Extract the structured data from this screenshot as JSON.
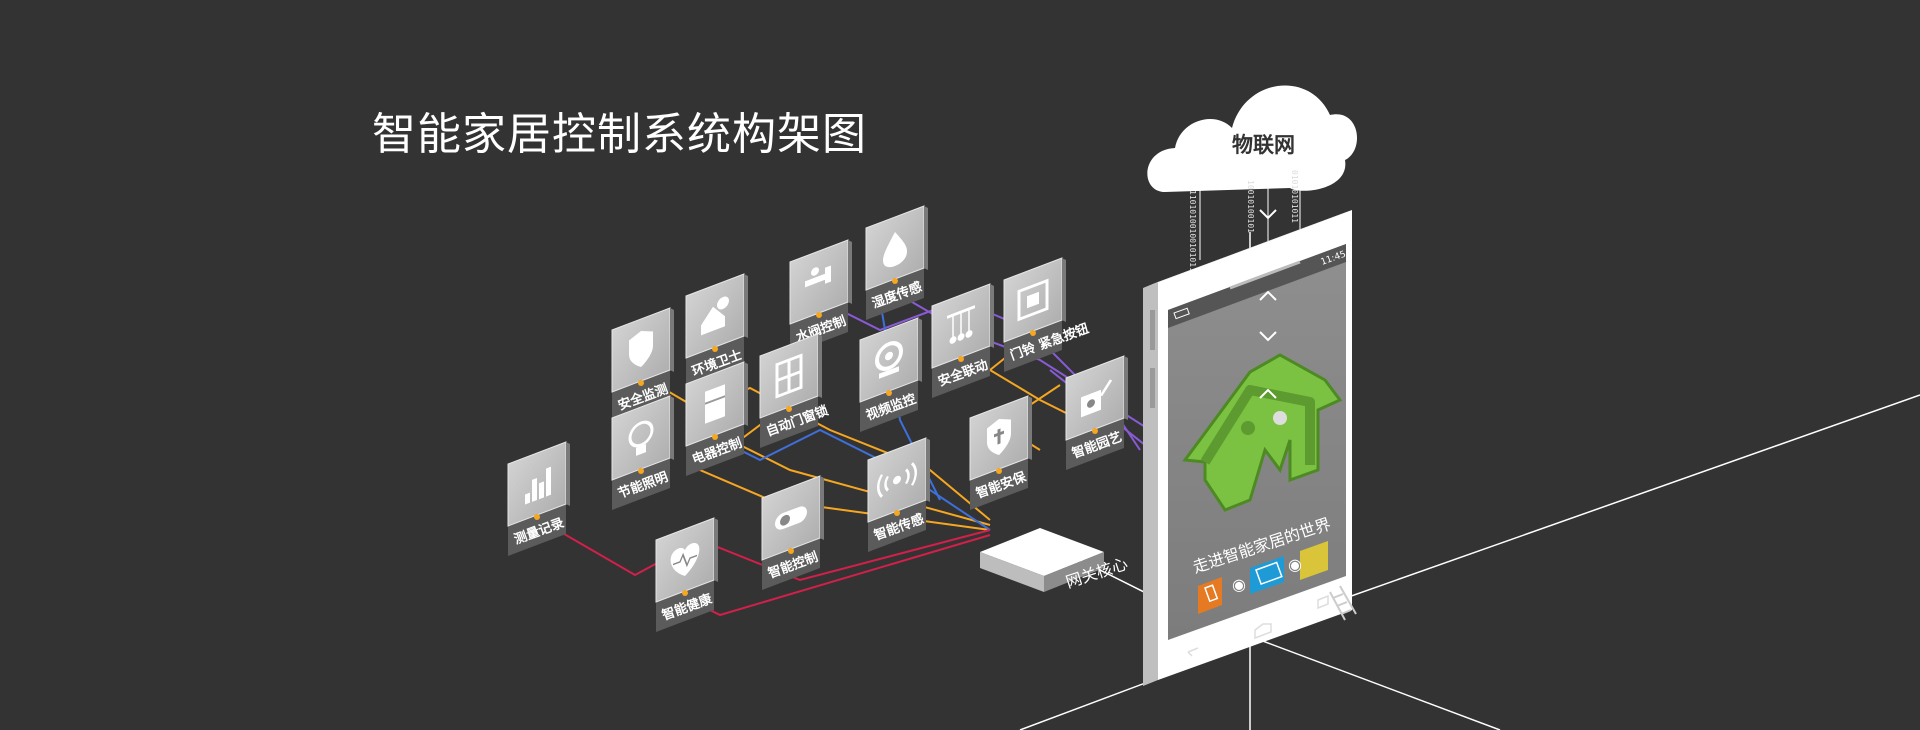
{
  "title": "智能家居控制系统构架图",
  "cloud": {
    "label": "物联网"
  },
  "binary_streams": [
    "11010100100101011",
    "10010100101",
    "01010101011"
  ],
  "phone": {
    "time": "11:45",
    "tagline": "走进智能家居的世界"
  },
  "gateway": {
    "label": "网关核心"
  },
  "tiles": [
    {
      "id": "security-monitor",
      "label": "安全监测",
      "icon": "shield-icon"
    },
    {
      "id": "env-guard",
      "label": "环境卫士",
      "icon": "house-tree-icon"
    },
    {
      "id": "water-valve",
      "label": "水阀控制",
      "icon": "faucet-icon"
    },
    {
      "id": "humidity",
      "label": "湿度传感",
      "icon": "water-drop-icon"
    },
    {
      "id": "energy-light",
      "label": "节能照明",
      "icon": "light-bulb-icon"
    },
    {
      "id": "appliance",
      "label": "电器控制",
      "icon": "fridge-icon"
    },
    {
      "id": "auto-door",
      "label": "自动门窗锁",
      "icon": "window-icon"
    },
    {
      "id": "video",
      "label": "视频监控",
      "icon": "camera-icon"
    },
    {
      "id": "linkage",
      "label": "安全联动",
      "icon": "pendulum-icon"
    },
    {
      "id": "doorbell",
      "label": "门铃 紧急按钮",
      "icon": "button-icon"
    },
    {
      "id": "measure",
      "label": "测量记录",
      "icon": "bar-chart-icon"
    },
    {
      "id": "smart-control",
      "label": "智能控制",
      "icon": "toggle-icon"
    },
    {
      "id": "smart-sensor",
      "label": "智能传感",
      "icon": "signal-icon"
    },
    {
      "id": "smart-security",
      "label": "智能安保",
      "icon": "shield-cross-icon"
    },
    {
      "id": "garden",
      "label": "智能园艺",
      "icon": "watering-can-icon"
    },
    {
      "id": "health",
      "label": "智能健康",
      "icon": "heart-pulse-icon"
    }
  ],
  "colors": {
    "background": "#333333",
    "house": "#7bc142",
    "line_orange": "#f5a623",
    "line_purple": "#8a5bd6",
    "line_blue": "#3f6fd8",
    "line_red": "#d2204a",
    "tile_face": "#c8c8c8",
    "tile_side": "#6e6e6e",
    "device_orange": "#e57a22",
    "device_blue": "#1e9bd7",
    "device_yellow": "#d9c43a"
  }
}
